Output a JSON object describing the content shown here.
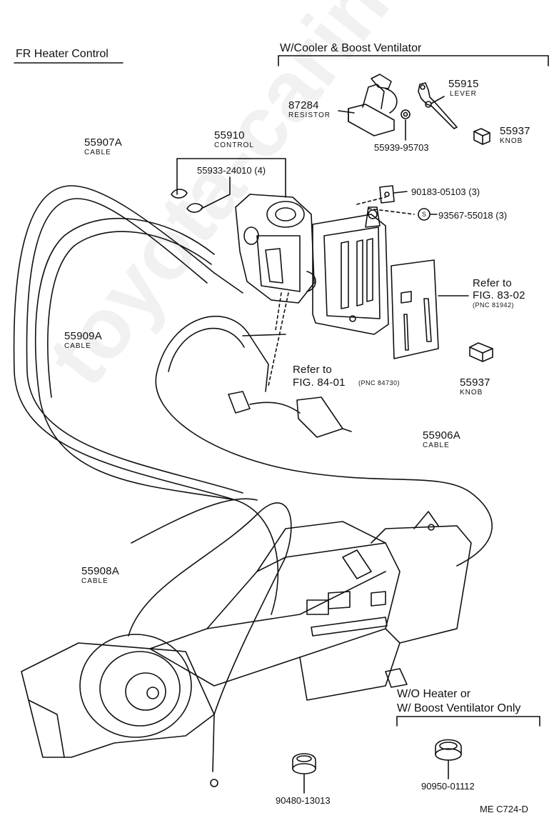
{
  "header": {
    "title": "FR Heater Control",
    "variant": "W/Cooler & Boost Ventilator"
  },
  "parts": {
    "lever": {
      "number": "55915",
      "name": "LEVER"
    },
    "resistor": {
      "number": "87284",
      "name": "RESISTOR"
    },
    "knob_top": {
      "number": "55937",
      "name": "KNOB"
    },
    "nut": {
      "number": "55939-95703"
    },
    "control": {
      "number": "55910",
      "name": "CONTROL"
    },
    "clip": {
      "number": "55933-24010 (4)"
    },
    "cable_a": {
      "number": "55907A",
      "name": "CABLE"
    },
    "nut_clip": {
      "number": "90183-05103 (3)"
    },
    "screw": {
      "symbol": "S",
      "number": "93567-55018 (3)"
    },
    "panel_ref": {
      "text": "Refer to",
      "fig": "FIG. 83-02",
      "pnc": "(PNC 81942)"
    },
    "cable_b": {
      "number": "55909A",
      "name": "CABLE"
    },
    "knob_mid": {
      "number": "55937",
      "name": "KNOB"
    },
    "switch_ref": {
      "text": "Refer to",
      "fig": "FIG. 84-01",
      "pnc": "(PNC 84730)"
    },
    "cable_c": {
      "number": "55906A",
      "name": "CABLE"
    },
    "cable_d": {
      "number": "55908A",
      "name": "CABLE"
    },
    "grommet_left": {
      "number": "90480-13013"
    },
    "grommet_right": {
      "number": "90950-01112"
    }
  },
  "note": {
    "line1": "W/O Heater or",
    "line2": "W/ Boost Ventilator Only"
  },
  "footer": {
    "code": "ME  C724-D"
  },
  "watermark": "toyota-carinfo.ru"
}
